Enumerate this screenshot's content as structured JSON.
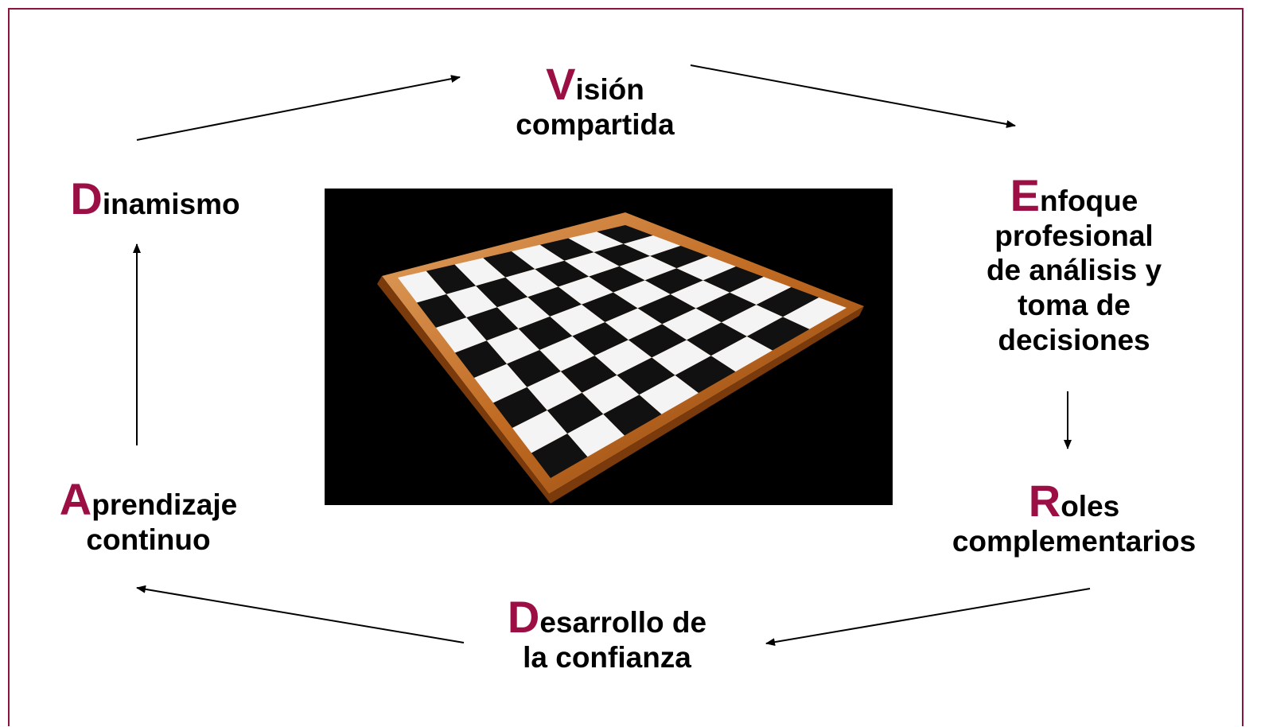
{
  "colors": {
    "accent": "#9b0f45",
    "frame": "#8a1340",
    "text": "#000000",
    "board_frame": "#c06a22"
  },
  "nodes": {
    "vision": {
      "initial": "V",
      "rest": "isión",
      "line2": "compartida"
    },
    "enfoque": {
      "initial": "E",
      "rest": "nfoque",
      "lines": [
        "profesional",
        "de análisis y",
        "toma de",
        "decisiones"
      ]
    },
    "roles": {
      "initial": "R",
      "rest": "oles",
      "line2": "complementarios"
    },
    "desarrollo": {
      "initial": "D",
      "rest": "esarrollo de",
      "line2": "la confianza"
    },
    "aprendizaje": {
      "initial": "A",
      "rest": "prendizaje",
      "line2": "continuo"
    },
    "dinamismo": {
      "initial": "D",
      "rest": "inamismo"
    }
  },
  "image": {
    "icon": "chessboard-image"
  }
}
